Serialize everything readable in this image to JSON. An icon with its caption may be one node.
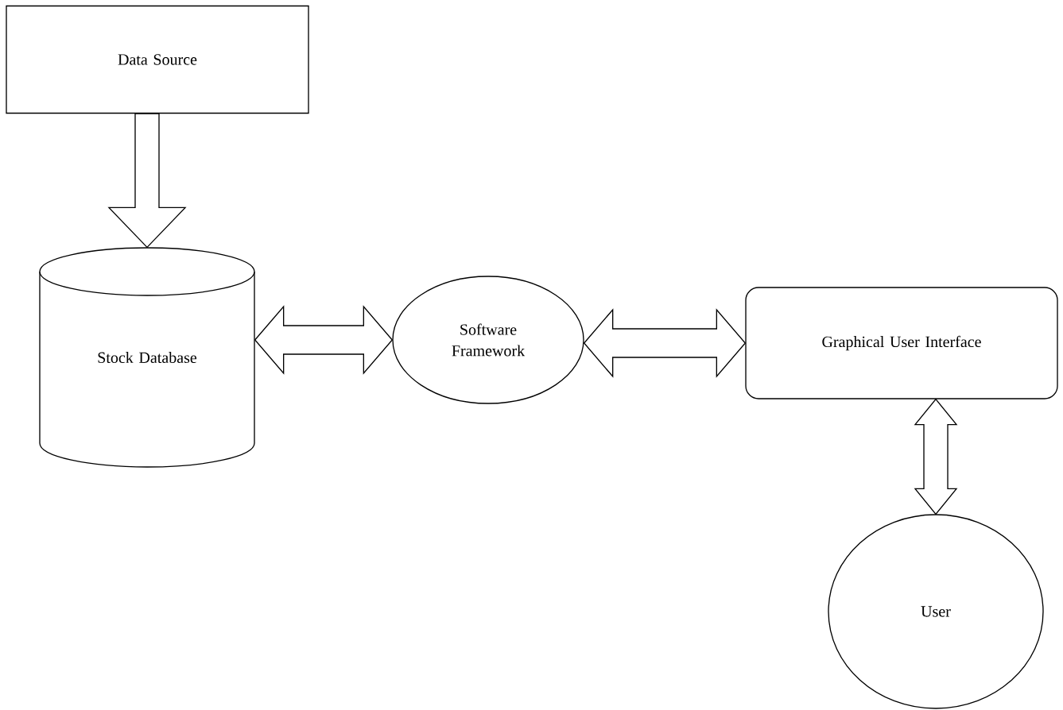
{
  "diagram": {
    "nodes": [
      {
        "text": [
          "Data Source"
        ]
      },
      {
        "text": [
          "Stock Database"
        ]
      },
      {
        "text": [
          "Software Framework"
        ]
      },
      {
        "text": [
          "Graphical User Interface"
        ]
      },
      {
        "text": [
          "User"
        ]
      }
    ],
    "edges": [
      {
        "from": 0,
        "to": 1,
        "arrow": "to"
      },
      {
        "from": 1,
        "to": 2,
        "arrow": "both"
      },
      {
        "from": 2,
        "to": 3,
        "arrow": "both"
      },
      {
        "from": 3,
        "to": 4,
        "arrow": "both"
      }
    ]
  }
}
